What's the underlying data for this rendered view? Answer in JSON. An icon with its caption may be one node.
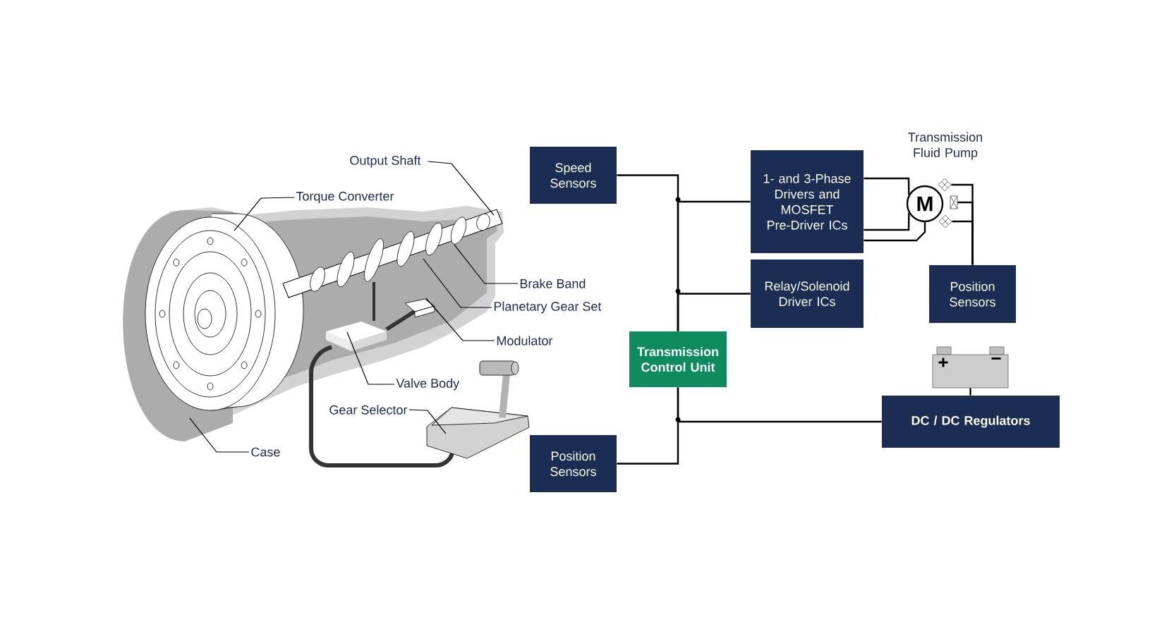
{
  "diagram": {
    "nodes": [
      {
        "text": [
          "Output Shaft"
        ]
      },
      {
        "text": [
          "Torque Converter"
        ]
      },
      {
        "text": [
          "Brake Band"
        ]
      },
      {
        "text": [
          "Planetary Gear Set"
        ]
      },
      {
        "text": [
          "Modulator"
        ]
      },
      {
        "text": [
          "Valve Body"
        ]
      },
      {
        "text": [
          "Gear Selector"
        ]
      },
      {
        "text": [
          "Case"
        ]
      },
      {
        "text": [
          "Speed Sensors"
        ]
      },
      {
        "text": [
          "1- and 3-Phase Drivers and MOSFET Pre-Driver ICs"
        ]
      },
      {
        "text": [
          "M"
        ],
        "beside": [
          "Transmission Fluid Pump"
        ]
      },
      {
        "text": [],
        "shape": "diamond"
      },
      {
        "text": [],
        "shape": "box"
      },
      {
        "text": [],
        "shape": "diamond"
      },
      {
        "text": [
          "Relay/Solenoid Driver ICs"
        ]
      },
      {
        "text": [
          "Position Sensors"
        ]
      },
      {
        "text": [
          "Transmission Control Unit"
        ]
      },
      {
        "text": [
          "+",
          "−"
        ]
      },
      {
        "text": [
          "DC / DC Regulators"
        ]
      },
      {
        "text": [
          "Position Sensors"
        ]
      }
    ],
    "edges": [
      {
        "from": 0,
        "to": null,
        "arrow": "none"
      },
      {
        "from": 1,
        "to": null,
        "arrow": "none"
      },
      {
        "from": 2,
        "to": null,
        "arrow": "none"
      },
      {
        "from": 3,
        "to": null,
        "arrow": "none"
      },
      {
        "from": 4,
        "to": null,
        "arrow": "none"
      },
      {
        "from": 5,
        "to": null,
        "arrow": "none"
      },
      {
        "from": 6,
        "to": null,
        "arrow": "none"
      },
      {
        "from": 7,
        "to": null,
        "arrow": "none"
      },
      {
        "from": 16,
        "to": 8,
        "arrow": "none"
      },
      {
        "from": 16,
        "to": 9,
        "arrow": "none"
      },
      {
        "from": 16,
        "to": 14,
        "arrow": "none"
      },
      {
        "from": 16,
        "to": 19,
        "arrow": "none"
      },
      {
        "from": 16,
        "to": 18,
        "arrow": "none"
      },
      {
        "from": 9,
        "to": 10,
        "arrow": "none"
      },
      {
        "from": 9,
        "to": 10,
        "arrow": "none"
      },
      {
        "from": 9,
        "to": 10,
        "arrow": "none"
      },
      {
        "from": 11,
        "to": 15,
        "arrow": "none"
      },
      {
        "from": 12,
        "to": 15,
        "arrow": "none"
      },
      {
        "from": 13,
        "to": 15,
        "arrow": "none"
      },
      {
        "from": 17,
        "to": 18,
        "arrow": "none"
      }
    ]
  }
}
